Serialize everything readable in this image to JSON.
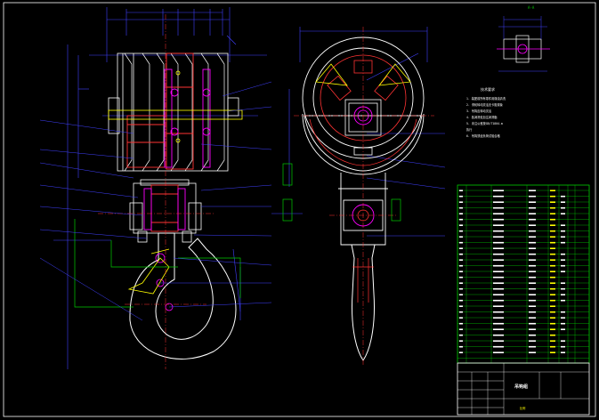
{
  "drawing": {
    "top_view_marker": "A-A",
    "title_label": "吊钩组",
    "scale_label": "比例"
  },
  "notes": {
    "heading": "技术要求",
    "lines": [
      "1. 装配前所有零件用煤油清洗",
      "2. 滑轮转动灵活无卡阻现象",
      "3. 吊钩应转动灵活",
      "4. 各润滑处加注润滑脂",
      "5. 未注公差按GB/T1804-m",
      "   执行",
      "6. 吊钩须经负荷试验合格"
    ]
  },
  "colors": {
    "background": "#000000",
    "outline": "#ffffff",
    "dimension": "#4040ff",
    "centerline": "#ff3333",
    "green": "#00cc00",
    "magenta": "#ff00ff",
    "yellow": "#ffff00",
    "cyan": "#00ffff"
  }
}
